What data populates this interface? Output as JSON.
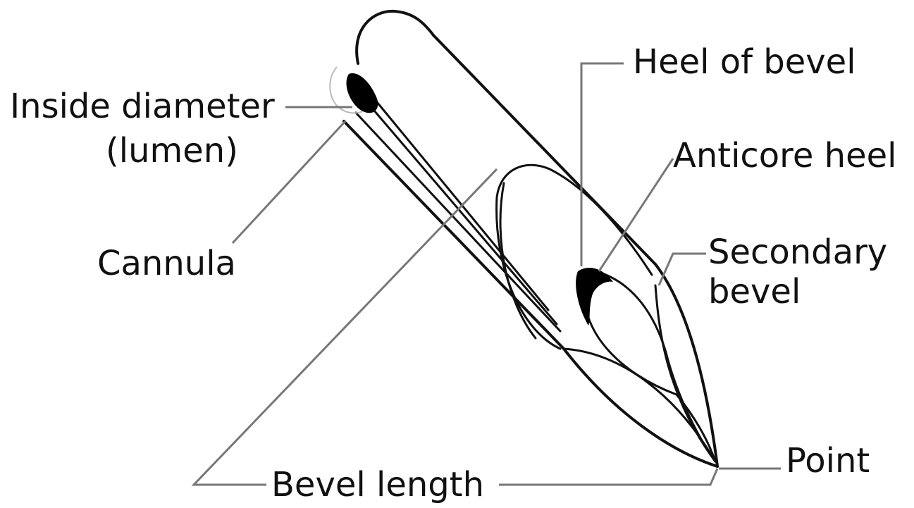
{
  "labels": {
    "heel_of_bevel": "Heel of bevel",
    "inside_diameter": "Inside diameter",
    "lumen": "(lumen)",
    "anticore_heel": "Anticore heel",
    "secondary_bevel_line1": "Secondary",
    "secondary_bevel_line2": "bevel",
    "cannula": "Cannula",
    "point": "Point",
    "bevel_length": "Bevel length"
  },
  "colors": {
    "line": "#111111",
    "leader": "#777777",
    "fill": "#000000",
    "background": "#ffffff"
  }
}
